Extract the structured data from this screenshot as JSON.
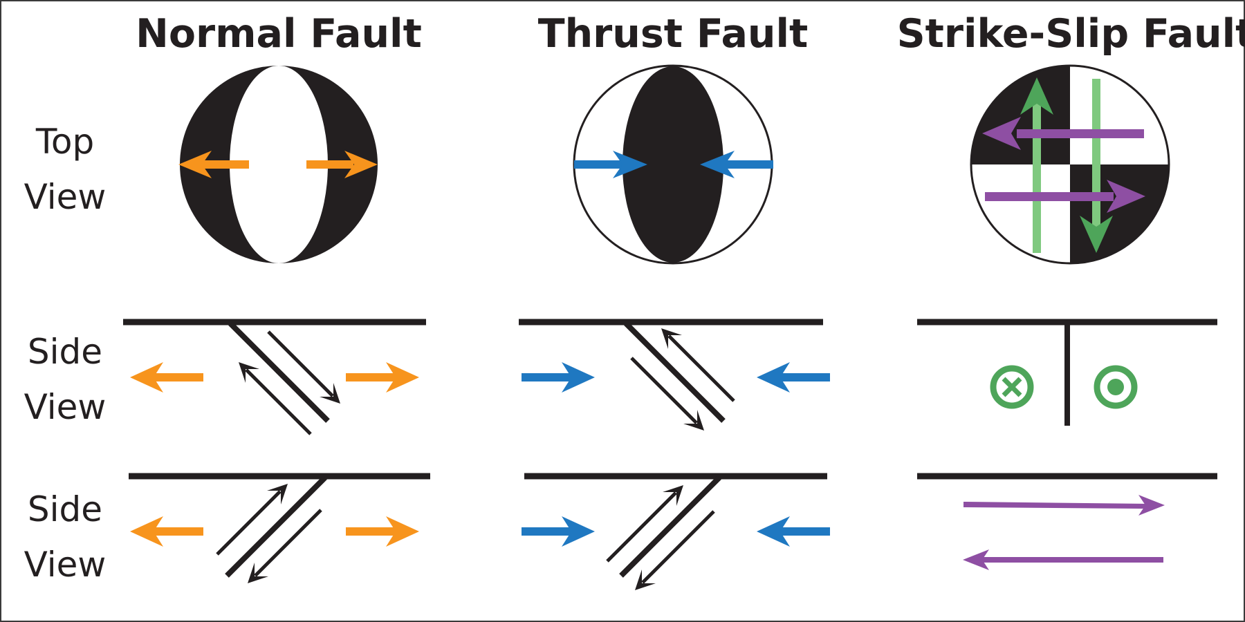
{
  "columns": {
    "normal": "Normal Fault",
    "thrust": "Thrust Fault",
    "strike_slip": "Strike-Slip Fault"
  },
  "rows": {
    "top": {
      "line1": "Top",
      "line2": "View"
    },
    "side1": {
      "line1": "Side",
      "line2": "View"
    },
    "side2": {
      "line1": "Side",
      "line2": "View"
    }
  },
  "colors": {
    "ink": "#231f20",
    "frame": "#3a3a3a",
    "extension_arrow": "#f7941d",
    "compression_arrow": "#1f78c1",
    "green_arrow_dark": "#4ea55a",
    "green_arrow_light": "#7fc97f",
    "purple_arrow": "#8e4fa3",
    "white": "#ffffff"
  },
  "icons": {
    "into_page": "circle-cross-icon",
    "out_of_page": "circle-dot-icon"
  }
}
